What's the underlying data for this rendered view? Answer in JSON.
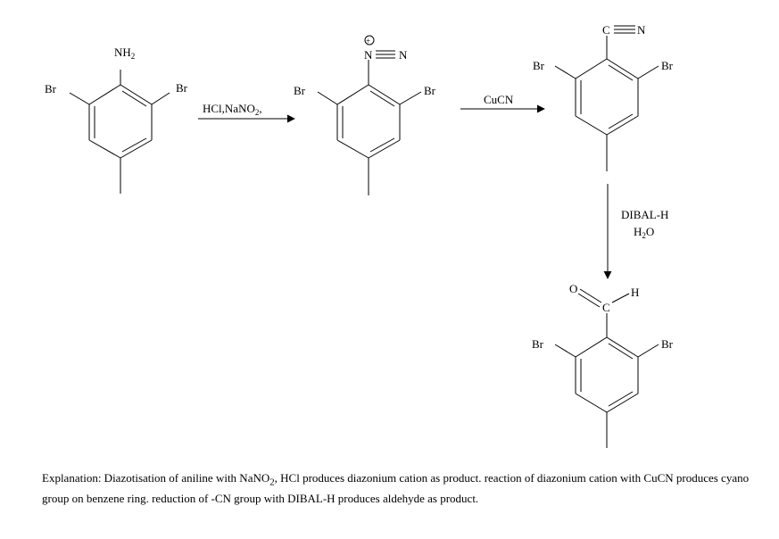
{
  "molecules": {
    "aniline": {
      "amine": "NH",
      "amine_sub": "2",
      "br_left": "Br",
      "br_right": "Br"
    },
    "diazonium": {
      "charge": "+",
      "n1": "N",
      "n2": "N",
      "br_left": "Br",
      "br_right": "Br"
    },
    "nitrile": {
      "c": "C",
      "n": "N",
      "br_left": "Br",
      "br_right": "Br"
    },
    "aldehyde": {
      "o": "O",
      "c": "C",
      "h": "H",
      "br_left": "Br",
      "br_right": "Br"
    }
  },
  "reactions": {
    "step1": {
      "reagent_a": "HCl,NaNO",
      "reagent_sub": "2",
      "reagent_b": ","
    },
    "step2": {
      "reagent": "CuCN"
    },
    "step3": {
      "reagent1": "DIBAL-H",
      "reagent2_a": "H",
      "reagent2_sub": "2",
      "reagent2_b": "O"
    }
  },
  "explanation": {
    "part1": "Explanation: Diazotisation of aniline with NaNO",
    "sub": "2",
    "part2": ", HCl produces diazonium cation as product. reaction of diazonium cation with CuCN produces cyano group on benzene ring. reduction of -CN group with DIBAL-H produces aldehyde as product."
  }
}
